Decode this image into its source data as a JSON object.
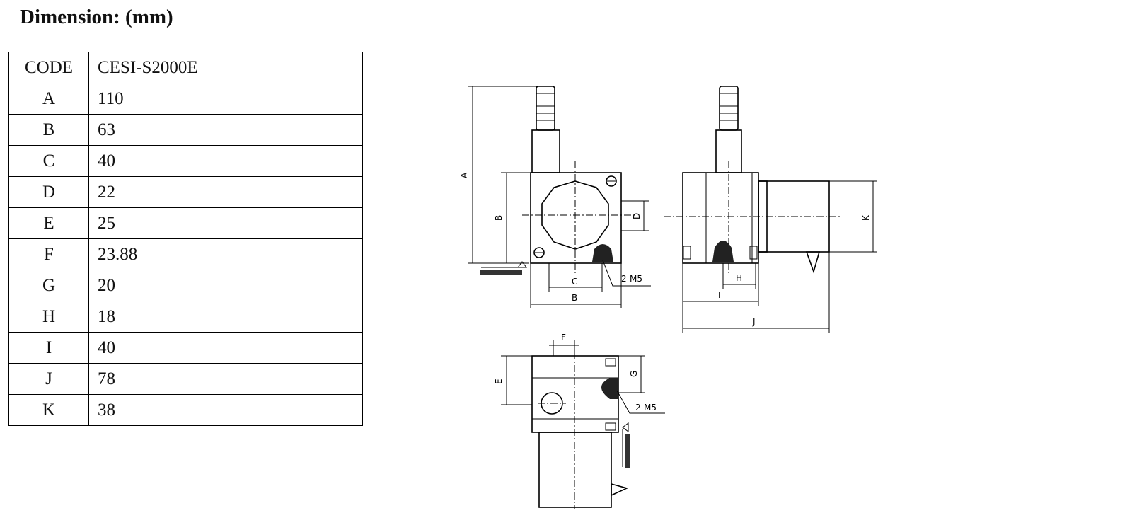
{
  "heading": "Dimension: (mm)",
  "table": {
    "header": {
      "code": "CODE",
      "value": "CESI-S2000E"
    },
    "rows": [
      {
        "code": "A",
        "value": "110"
      },
      {
        "code": "B",
        "value": "63"
      },
      {
        "code": "C",
        "value": "40"
      },
      {
        "code": "D",
        "value": "22"
      },
      {
        "code": "E",
        "value": "25"
      },
      {
        "code": "F",
        "value": "23.88"
      },
      {
        "code": "G",
        "value": "20"
      },
      {
        "code": "H",
        "value": "18"
      },
      {
        "code": "I",
        "value": "40"
      },
      {
        "code": "J",
        "value": "78"
      },
      {
        "code": "K",
        "value": "38"
      }
    ]
  },
  "drawing": {
    "labels": {
      "A": "A",
      "B": "B",
      "C": "C",
      "D": "D",
      "E": "E",
      "F": "F",
      "G": "G",
      "H": "H",
      "I": "I",
      "J": "J",
      "K": "K"
    },
    "thread_note": "2-M5"
  }
}
